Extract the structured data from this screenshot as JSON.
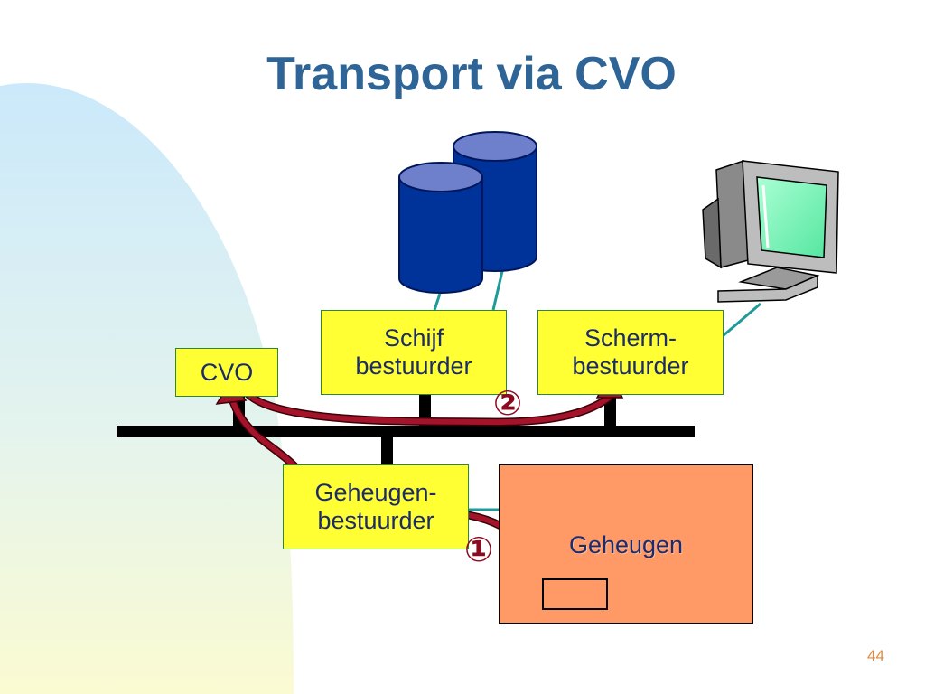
{
  "title": "Transport via CVO",
  "nodes": {
    "cvo": "CVO",
    "schijf_line1": "Schijf",
    "schijf_line2": "bestuurder",
    "scherm_line1": "Scherm-",
    "scherm_line2": "bestuurder",
    "geheugen_bestuurder_line1": "Geheugen-",
    "geheugen_bestuurder_line2": "bestuurder",
    "geheugen": "Geheugen"
  },
  "steps": {
    "one": "①",
    "two": "②"
  },
  "page_number": "44",
  "colors": {
    "title": "#2e6496",
    "controller_box": "#ffff33",
    "memory": "#ff9966",
    "bus": "#000000",
    "transfer_arrow": "#8b0a1f",
    "connector": "#1f9a9a",
    "disk": "#003399"
  },
  "icons": [
    "disk-cylinder-icon",
    "computer-monitor-icon"
  ]
}
